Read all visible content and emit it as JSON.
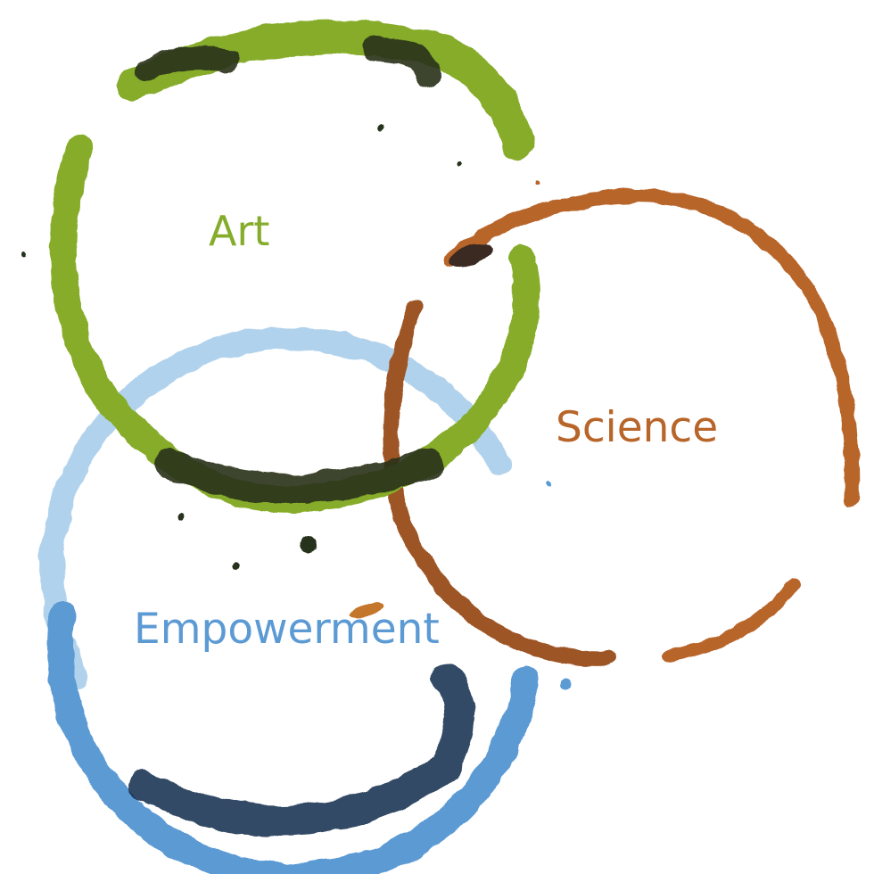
{
  "diagram": {
    "rings": [
      {
        "name": "art",
        "label": "Art",
        "color": "#86ac2c",
        "dark": "#27301a"
      },
      {
        "name": "science",
        "label": "Science",
        "color": "#b8652a",
        "dark": "#3a2a22"
      },
      {
        "name": "empowerment",
        "label": "Empowerment",
        "color": "#5c9ad4",
        "dark": "#13294a"
      }
    ]
  }
}
